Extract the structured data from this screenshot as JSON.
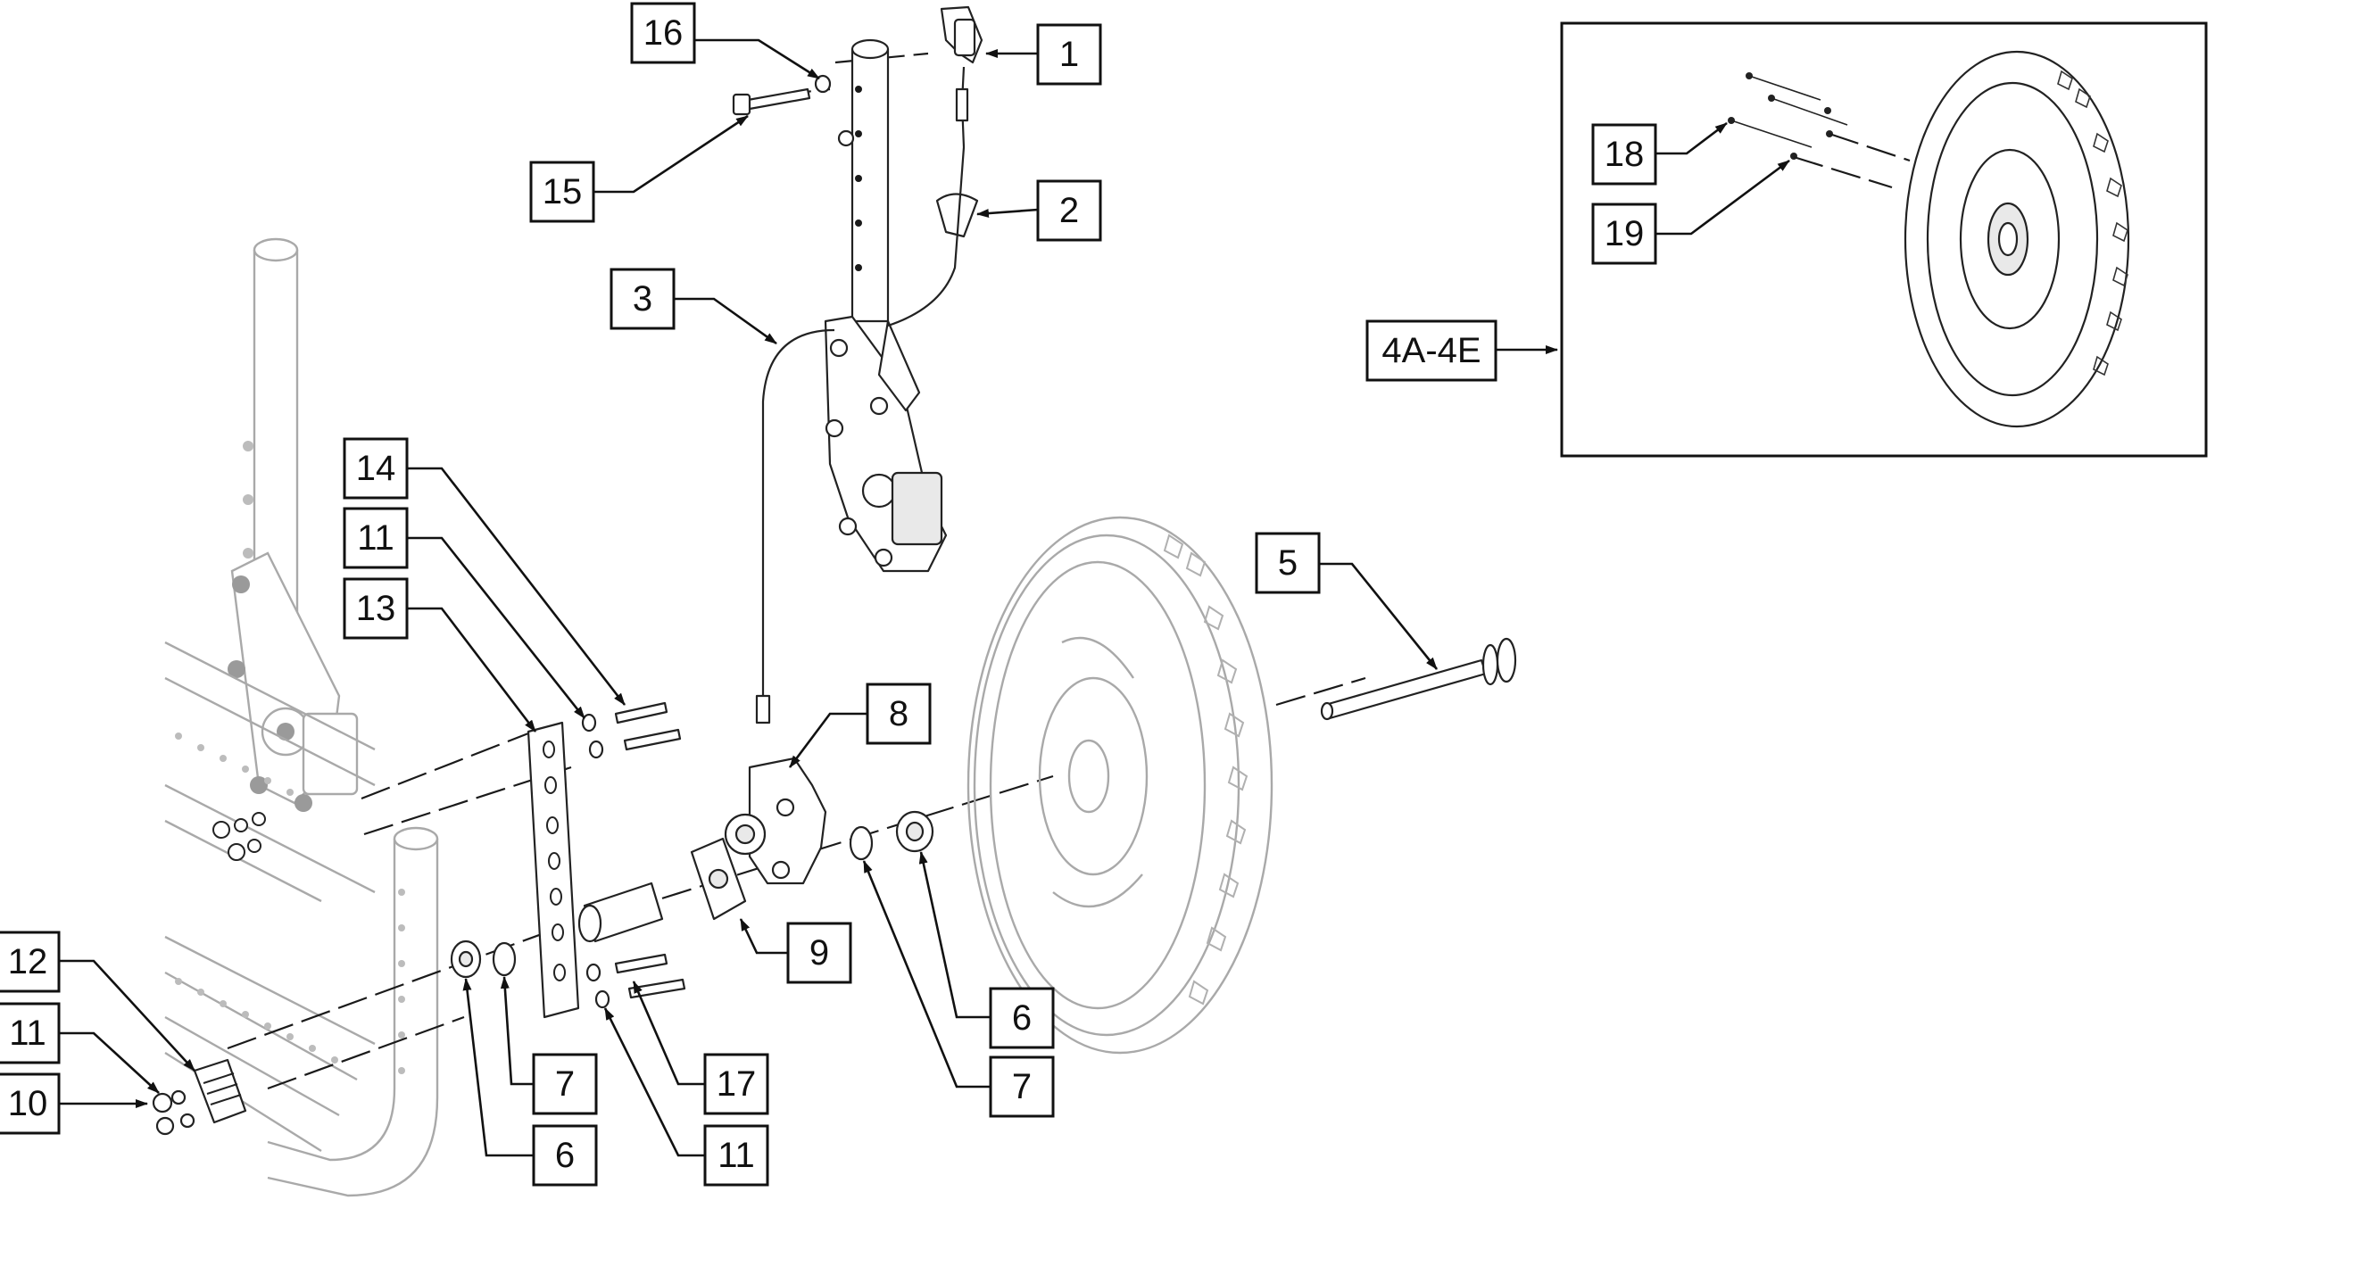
{
  "callouts": [
    {
      "id": "c1",
      "label": "1"
    },
    {
      "id": "c2",
      "label": "2"
    },
    {
      "id": "c3",
      "label": "3"
    },
    {
      "id": "c4",
      "label": "4A-4E"
    },
    {
      "id": "c5",
      "label": "5"
    },
    {
      "id": "c6a",
      "label": "6"
    },
    {
      "id": "c6b",
      "label": "6"
    },
    {
      "id": "c7a",
      "label": "7"
    },
    {
      "id": "c7b",
      "label": "7"
    },
    {
      "id": "c8",
      "label": "8"
    },
    {
      "id": "c9",
      "label": "9"
    },
    {
      "id": "c10",
      "label": "10"
    },
    {
      "id": "c11a",
      "label": "11"
    },
    {
      "id": "c11b",
      "label": "11"
    },
    {
      "id": "c11c",
      "label": "11"
    },
    {
      "id": "c12",
      "label": "12"
    },
    {
      "id": "c13",
      "label": "13"
    },
    {
      "id": "c14",
      "label": "14"
    },
    {
      "id": "c15",
      "label": "15"
    },
    {
      "id": "c16",
      "label": "16"
    },
    {
      "id": "c17",
      "label": "17"
    },
    {
      "id": "c18",
      "label": "18"
    },
    {
      "id": "c19",
      "label": "19"
    }
  ]
}
